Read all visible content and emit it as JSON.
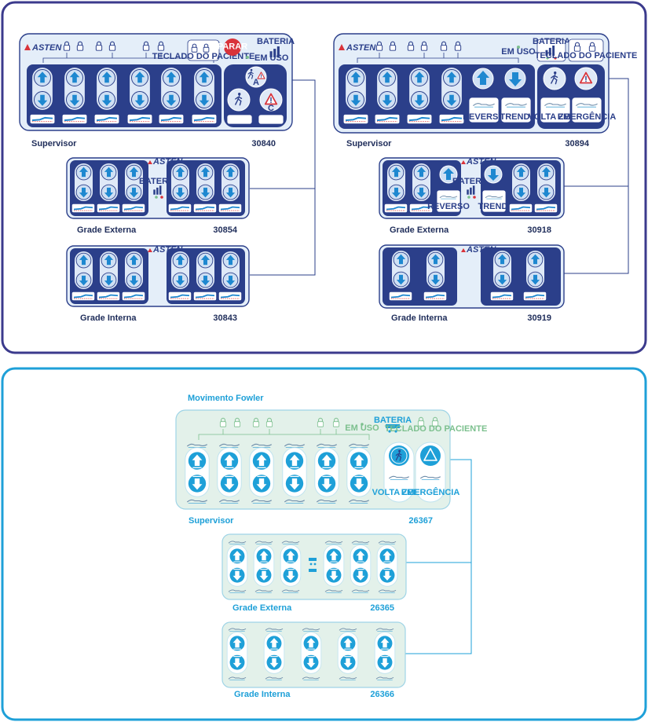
{
  "brand": {
    "name": "ASTEN",
    "accent_dark": "#2b3f8a",
    "accent_light": "#1ea0d8",
    "frame_top": "#3b3a8c",
    "frame_bottom": "#1ea0d8"
  },
  "top": {
    "left": {
      "supervisor": {
        "label": "Supervisor",
        "code": "30840",
        "stop": "PARAR",
        "battery": "BATERIA",
        "in_use": "EM USO",
        "patient_lock": "TECLADO DO PACIENTE",
        "btn_a": "A",
        "btn_c": "C"
      },
      "externa": {
        "label": "Grade Externa",
        "code": "30854",
        "battery": "BATERIA"
      },
      "interna": {
        "label": "Grade Interna",
        "code": "30843"
      }
    },
    "right": {
      "supervisor": {
        "label": "Supervisor",
        "code": "30894",
        "battery": "BATERIA",
        "in_use": "EM USO",
        "patient_lock": "TECLADO DO PACIENTE",
        "reverse": "REVERSO",
        "trend": "TREND.",
        "zero": "VOLTA ZERO",
        "emergency": "EMERGÊNCIA"
      },
      "externa": {
        "label": "Grade Externa",
        "code": "30918",
        "battery": "BATERIA",
        "reverse": "REVERSO",
        "trend": "TREND."
      },
      "interna": {
        "label": "Grade Interna",
        "code": "30919"
      }
    }
  },
  "bottom": {
    "title": "Movimento Fowler",
    "supervisor": {
      "label": "Supervisor",
      "code": "26367",
      "in_use": "EM USO",
      "battery": "BATERIA",
      "patient_lock": "TECLADO DO PACIENTE",
      "zero": "VOLTA ZERO",
      "emergency": "EMERGÊNCIA"
    },
    "externa": {
      "label": "Grade Externa",
      "code": "26365"
    },
    "interna": {
      "label": "Grade Interna",
      "code": "26366"
    }
  }
}
